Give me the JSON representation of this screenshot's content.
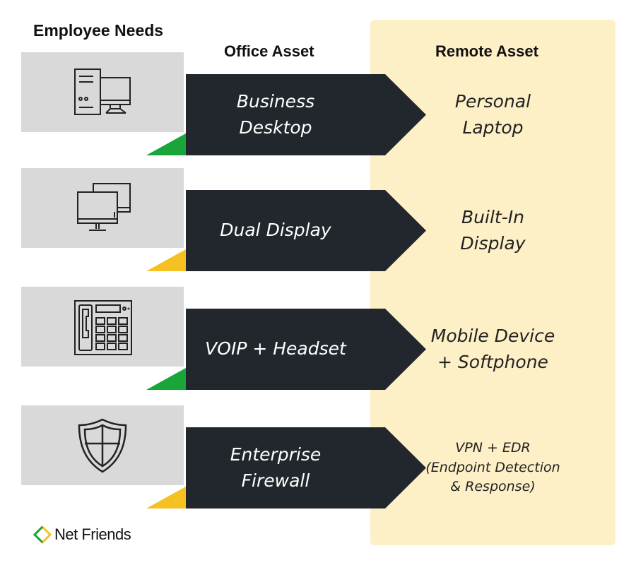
{
  "headers": {
    "employee_needs": "Employee Needs",
    "office_asset": "Office Asset",
    "remote_asset": "Remote Asset"
  },
  "rows": [
    {
      "icon": "desktop-computer-icon",
      "office": "Business\nDesktop",
      "remote": "Personal\nLaptop",
      "accent": "#1aa53a"
    },
    {
      "icon": "dual-monitor-icon",
      "office": "Dual Display",
      "remote": "Built-In\nDisplay",
      "accent": "#f5c021"
    },
    {
      "icon": "desk-phone-icon",
      "office": "VOIP + Headset",
      "remote": "Mobile Device\n+ Softphone",
      "accent": "#1aa53a"
    },
    {
      "icon": "shield-icon",
      "office": "Enterprise\nFirewall",
      "remote": "VPN + EDR\n(Endpoint Detection\n& Response)",
      "accent": "#f5c021"
    }
  ],
  "logo": {
    "text": "Net Friends",
    "icon": "net-friends-logo-icon"
  },
  "colors": {
    "arrow": "#22272d",
    "panel": "#fdefc6",
    "icon_box": "#d9d9d9",
    "green": "#1aa53a",
    "yellow": "#f5c021"
  }
}
